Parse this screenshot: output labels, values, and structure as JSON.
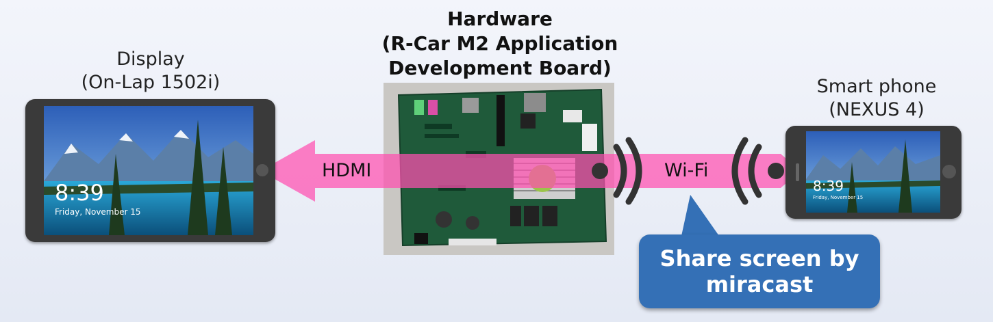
{
  "hardware": {
    "title_line1": "Hardware",
    "title_line2": "(R-Car M2 Application",
    "title_line3": "Development Board)"
  },
  "display": {
    "label_line1": "Display",
    "label_line2": "(On-Lap 1502i)",
    "lock_time": "8:39",
    "lock_date": "Friday, November 15"
  },
  "phone": {
    "label_line1": "Smart phone",
    "label_line2": "(NEXUS 4)",
    "lock_time": "8:39",
    "lock_date": "Friday, November 15"
  },
  "connections": {
    "hdmi_label": "HDMI",
    "wifi_label": "Wi-Fi"
  },
  "callout": {
    "line1": "Share screen by",
    "line2": "miracast"
  },
  "colors": {
    "arrow": "#ff4fb0",
    "callout": "#3470b6",
    "device_frame": "#3a3a3a"
  }
}
